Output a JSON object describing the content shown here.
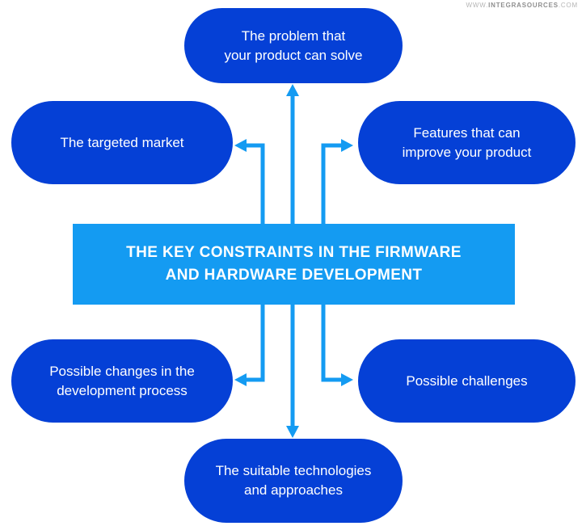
{
  "watermark": {
    "prefix": "WWW.",
    "brand": "INTEGRASOURCES",
    "suffix": ".COM"
  },
  "center": {
    "title": "THE KEY CONSTRAINTS IN THE FIRMWARE\nAND HARDWARE DEVELOPMENT"
  },
  "nodes": {
    "top": {
      "label": "The problem that\nyour product can solve"
    },
    "left_top": {
      "label": "The targeted market"
    },
    "right_top": {
      "label": "Features that can\nimprove your product"
    },
    "left_bottom": {
      "label": "Possible changes in the\ndevelopment process"
    },
    "right_bottom": {
      "label": "Possible challenges"
    },
    "bottom": {
      "label": "The suitable technologies\nand approaches"
    }
  },
  "arrows": [
    "arrow-up",
    "arrow-down",
    "arrow-elbow-left-top",
    "arrow-elbow-right-top",
    "arrow-elbow-left-bottom",
    "arrow-elbow-right-bottom"
  ],
  "colors": {
    "node_blue": "#0540d6",
    "accent_blue": "#149bf2",
    "watermark_gray": "#9b9b9b",
    "background": "#ffffff",
    "text_white": "#ffffff"
  }
}
